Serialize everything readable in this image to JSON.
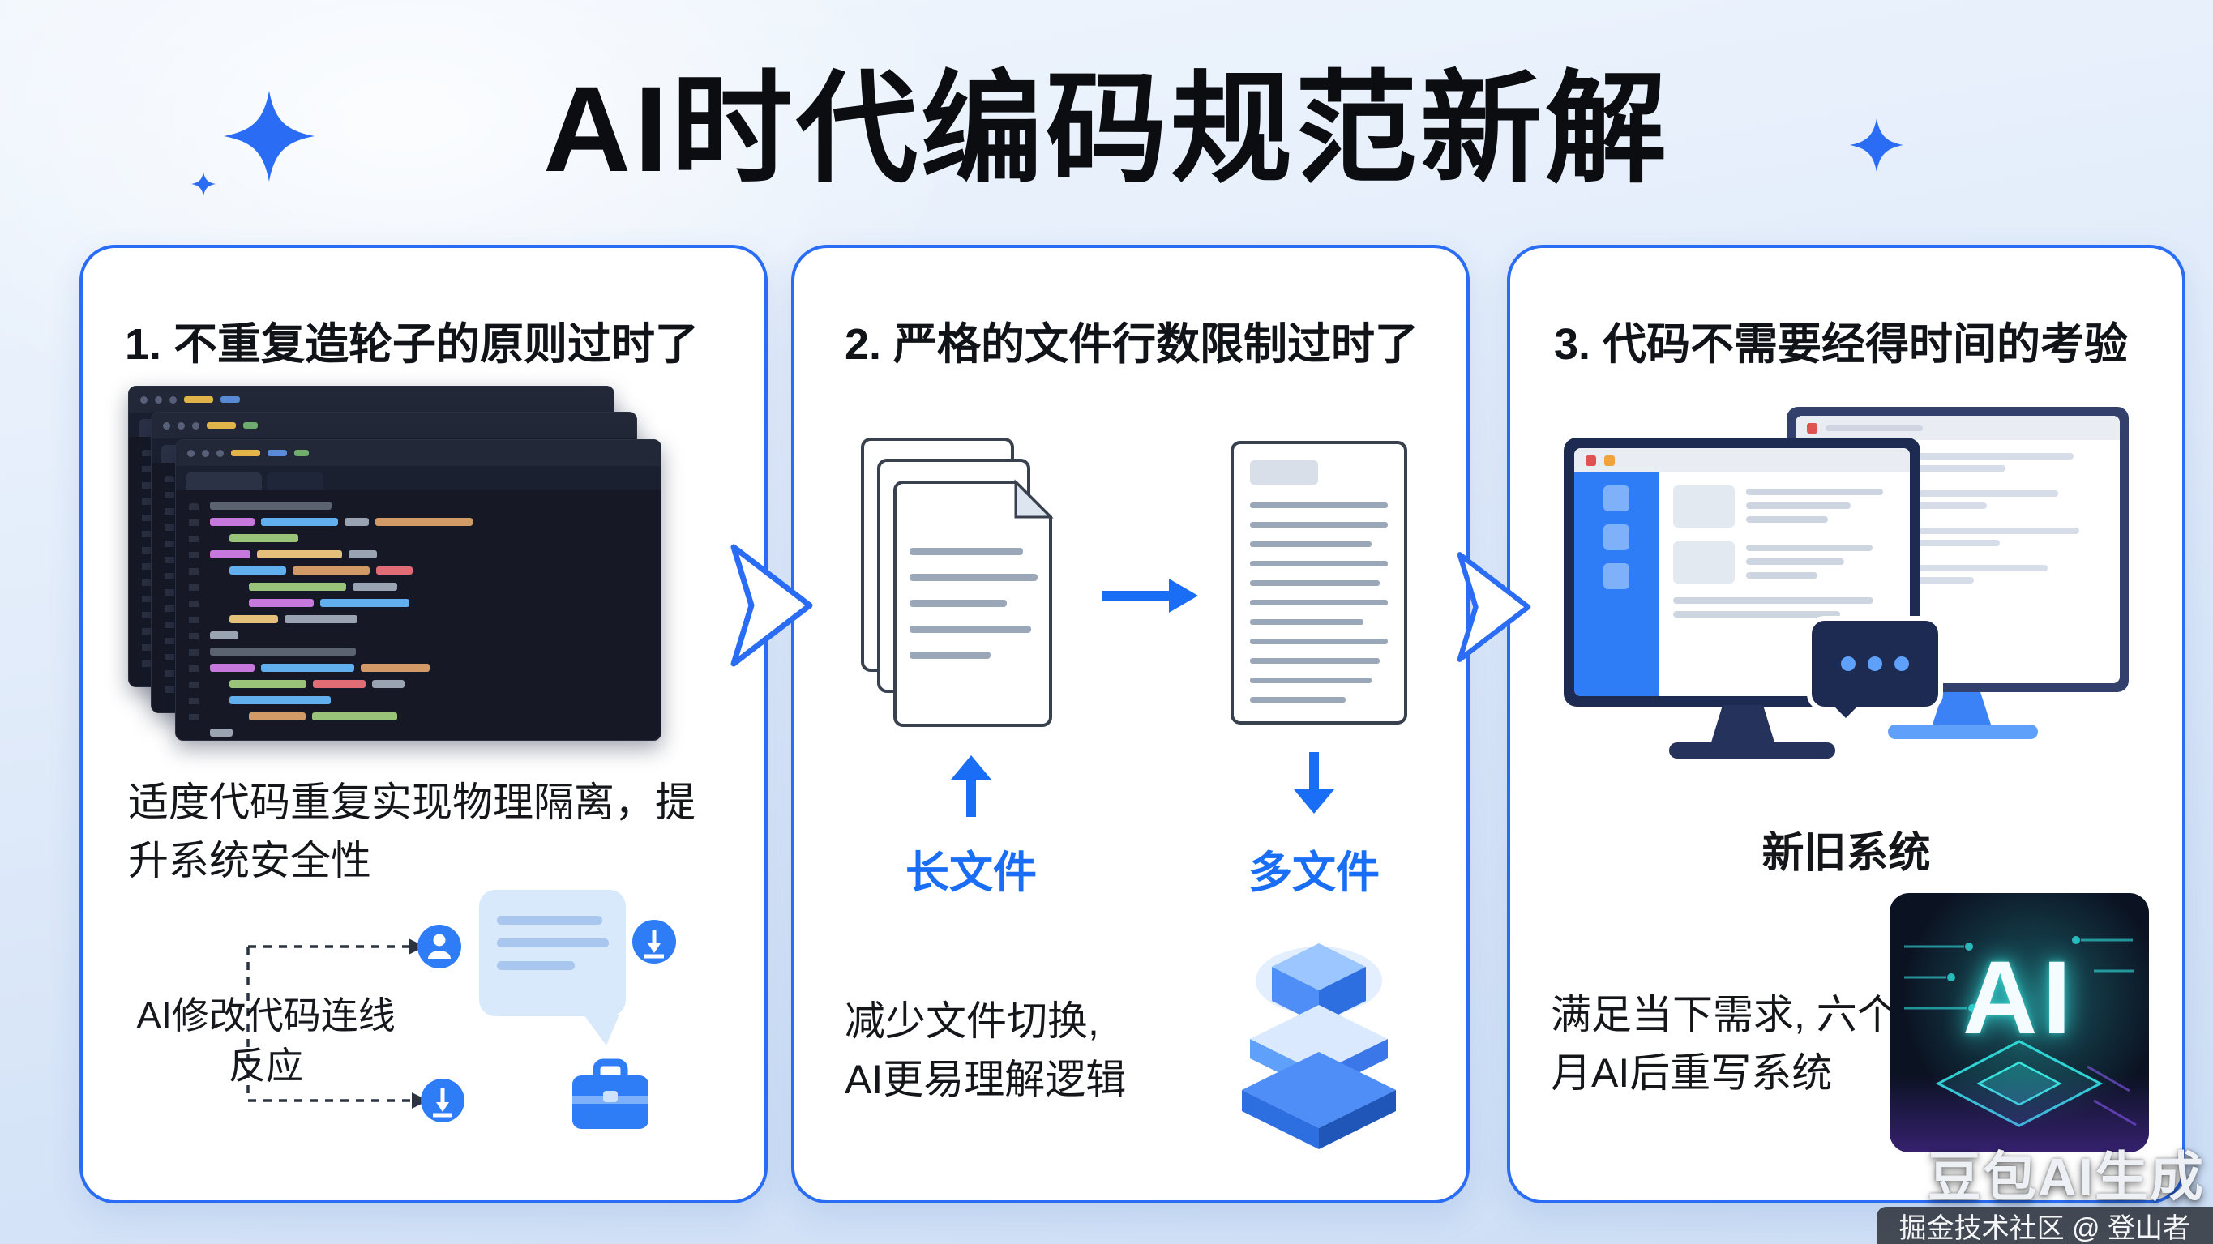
{
  "page": {
    "title": "AI时代编码规范新解"
  },
  "colors": {
    "accent": "#1a6ef5",
    "panel_border": "#2a6df4",
    "heading": "#101318"
  },
  "panels": [
    {
      "heading": "1. 不重复造轮子的原则过时了",
      "body_line1": "适度代码重复实现物理隔离，提",
      "body_line2": "升系统安全性",
      "caption_line1": "AI修改代码连线",
      "caption_line2": "反应",
      "icons": [
        "code-editor-icon",
        "user-icon",
        "download-icon",
        "chat-bubble-icon",
        "briefcase-icon"
      ]
    },
    {
      "heading": "2. 严格的文件行数限制过时了",
      "label_long_file": "长文件",
      "label_multi_file": "多文件",
      "body_line1": "减少文件切换,",
      "body_line2": "AI更易理解逻辑",
      "icons": [
        "document-stack-icon",
        "long-document-icon",
        "arrow-right-icon",
        "arrow-up-icon",
        "arrow-down-icon",
        "layer-stack-icon"
      ]
    },
    {
      "heading": "3. 代码不需要经得时间的考验",
      "label_systems": "新旧系统",
      "body_line1": "满足当下需求, 六个",
      "body_line2": "月AI后重写系统",
      "chip_label": "AI",
      "icons": [
        "old-monitor-icon",
        "new-monitor-icon",
        "chat-dots-icon",
        "ai-chip-icon"
      ]
    }
  ],
  "watermark": {
    "large": "豆包AI生成",
    "small": "掘金技术社区 @ 登山者"
  }
}
